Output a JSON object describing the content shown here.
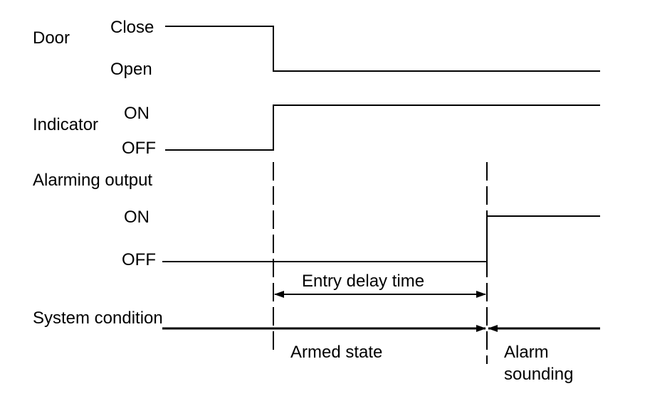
{
  "signals": {
    "door": {
      "name": "Door",
      "high": "Close",
      "low": "Open"
    },
    "indicator": {
      "name": "Indicator",
      "high": "ON",
      "low": "OFF"
    },
    "alarm": {
      "name": "Alarming output",
      "high": "ON",
      "low": "OFF"
    },
    "system": {
      "name": "System condition"
    }
  },
  "annotations": {
    "entry_delay": "Entry delay time",
    "armed_state": "Armed state",
    "alarm_line1": "Alarm",
    "alarm_line2": "sounding"
  },
  "colors": {
    "line": "#000000",
    "background": "#ffffff"
  }
}
